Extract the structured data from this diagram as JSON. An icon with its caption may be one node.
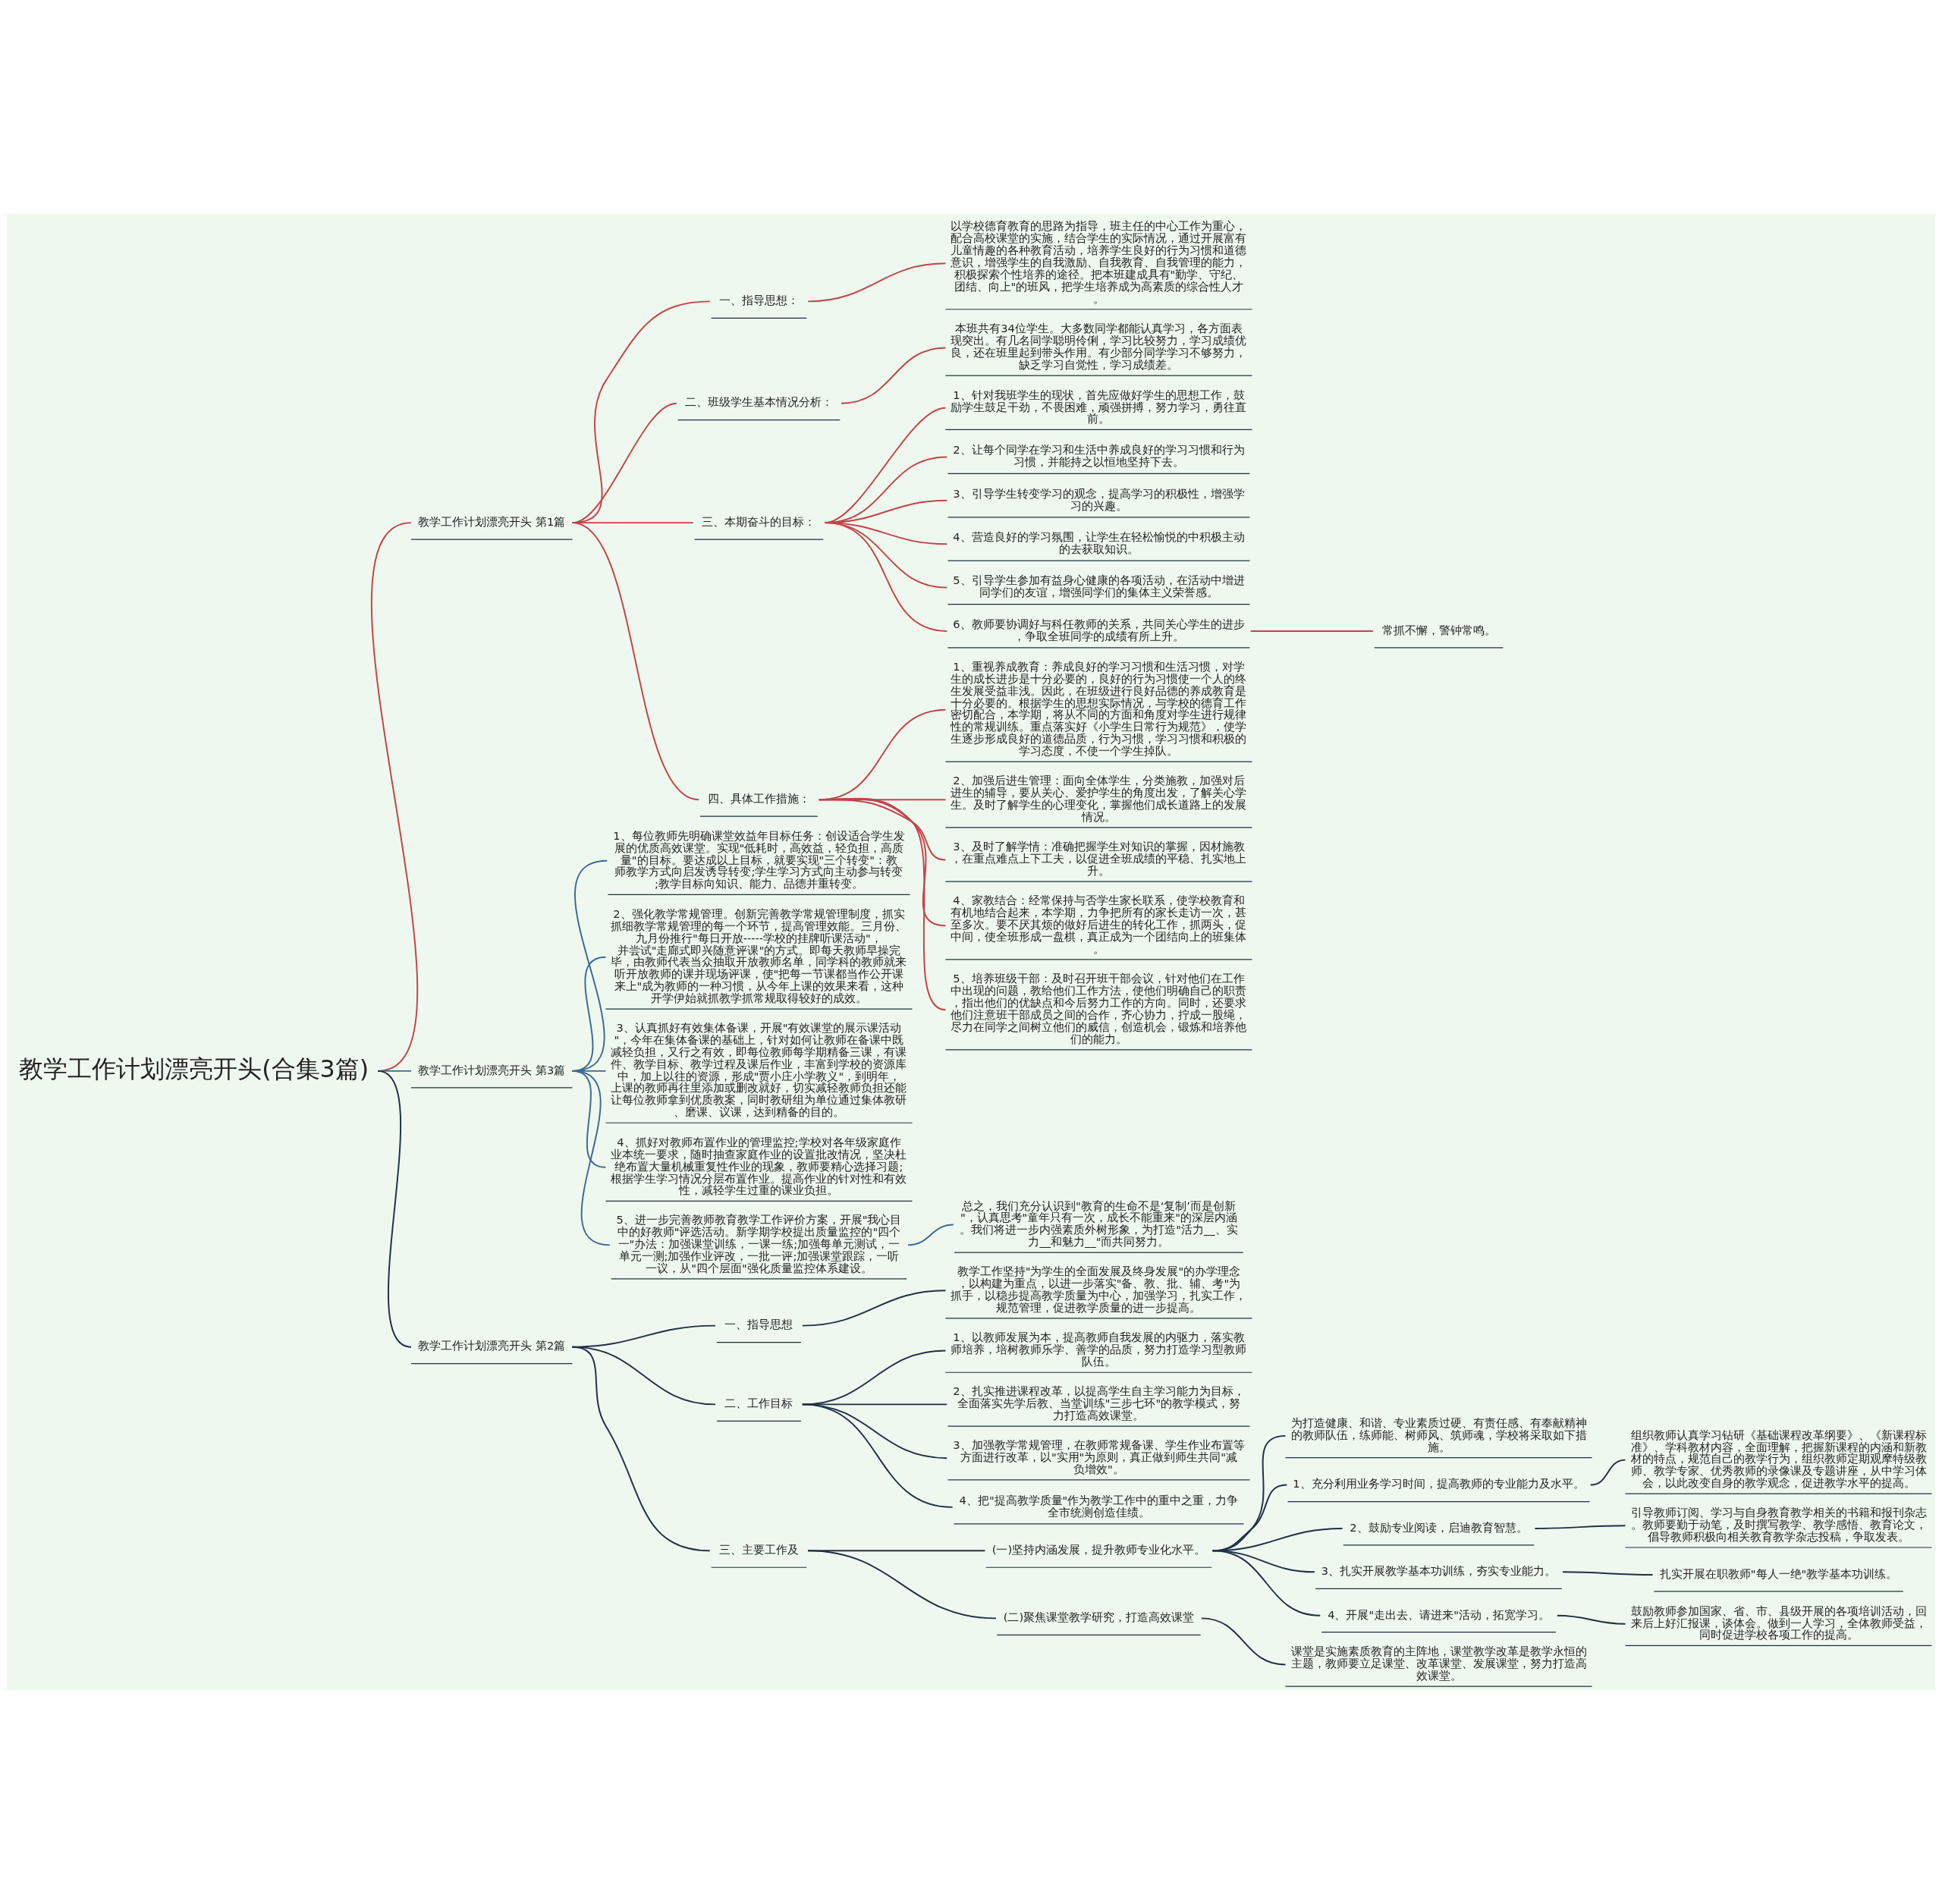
{
  "diagram": {
    "nodes": [
      {
        "text": [
          "教学工作计划漂亮开头(合集3篇)"
        ]
      },
      {
        "text": [
          "教学工作计划漂亮开头 第1篇"
        ]
      },
      {
        "text": [
          "一、指导思想："
        ]
      },
      {
        "text": [
          "以学校德育教育的思路为指导，班主任的中心工作为重心，配合高校课堂的实施，结合学生的实际情况，通过开展富有儿童情趣的各种教育活动，培养学生良好的行为习惯和道德意识，增强学生的自我激励、自我教育、自我管理的能力，积极探索个性培养的途径。把本班建成具有\"勤学、守纪、团结、向上\"的班风，把学生培养成为高素质的综合性人才。"
        ]
      },
      {
        "text": [
          "二、班级学生基本情况分析："
        ]
      },
      {
        "text": [
          "本班共有34位学生。大多数同学都能认真学习，各方面表现突出。有几名同学聪明伶俐，学习比较努力，学习成绩优良，还在班里起到带头作用。有少部分同学学习不够努力，缺乏学习自觉性，学习成绩差。"
        ]
      },
      {
        "text": [
          "三、本期奋斗的目标："
        ]
      },
      {
        "text": [
          "1、针对我班学生的现状，首先应做好学生的思想工作，鼓励学生鼓足干劲，不畏困难，顽强拼搏，努力学习，勇往直前。"
        ]
      },
      {
        "text": [
          "2、让每个同学在学习和生活中养成良好的学习习惯和行为习惯，并能持之以恒地坚持下去。"
        ]
      },
      {
        "text": [
          "3、引导学生转变学习的观念，提高学习的积极性，增强学习的兴趣。"
        ]
      },
      {
        "text": [
          "4、营造良好的学习氛围，让学生在轻松愉悦的中积极主动的去获取知识。"
        ]
      },
      {
        "text": [
          "5、引导学生参加有益身心健康的各项活动，在活动中增进同学们的友谊，增强同学们的集体主义荣誉感。"
        ]
      },
      {
        "text": [
          "6、教师要协调好与科任教师的关系，共同关心学生的进步，争取全班同学的成绩有所上升。"
        ]
      },
      {
        "text": [
          "常抓不懈，警钟常鸣。"
        ]
      },
      {
        "text": [
          "四、具体工作措施："
        ]
      },
      {
        "text": [
          "1、重视养成教育：养成良好的学习习惯和生活习惯，对学生的成长进步是十分必要的，良好的行为习惯使一个人的终生发展受益非浅。因此，在班级进行良好品德的养成教育是十分必要的。根据学生的思想实际情况，与学校的德育工作密切配合，本学期，将从不同的方面和角度对学生进行规律性的常规训练。重点落实好《小学生日常行为规范》，使学生逐步形成良好的道德品质，行为习惯，学习习惯和积极的学习态度，不使一个学生掉队。"
        ]
      },
      {
        "text": [
          "2、加强后进生管理：面向全体学生，分类施教，加强对后进生的辅导，要从关心、爱护学生的角度出发，了解关心学生。及时了解学生的心理变化，掌握他们成长道路上的发展情况。"
        ]
      },
      {
        "text": [
          "3、及时了解学情：准确把握学生对知识的掌握，因材施教，在重点难点上下工夫，以促进全班成绩的平稳、扎实地上升。"
        ]
      },
      {
        "text": [
          "4、家教结合：经常保持与否学生家长联系，使学校教育和有机地结合起来，本学期，力争把所有的家长走访一次，甚至多次。要不厌其烦的做好后进生的转化工作，抓两头，促中间，使全班形成一盘棋，真正成为一个团结向上的班集体。"
        ]
      },
      {
        "text": [
          "5、培养班级干部：及时召开班干部会议，针对他们在工作中出现的问题，教给他们工作方法，使他们明确自己的职责，指出他们的优缺点和今后努力工作的方向。同时，还要求他们注意班干部成员之间的合作，齐心协力，拧成一股绳，尽力在同学之间树立他们的威信，创造机会，锻炼和培养他们的能力。"
        ]
      },
      {
        "text": [
          "教学工作计划漂亮开头 第3篇"
        ]
      },
      {
        "text": [
          "1、每位教师先明确课堂效益年目标任务：创设适合学生发展的优质高效课堂。实现\"低耗时，高效益，轻负担，高质量\"的目标。要达成以上目标，就要实现\"三个转变\"：教师教学方式向启发诱导转变;学生学习方式向主动参与转变;教学目标向知识、能力、品德并重转变。"
        ]
      },
      {
        "text": [
          "2、强化教学常规管理。创新完善教学常规管理制度，抓实抓细教学常规管理的每一个环节，提高管理效能。三月份、九月份推行\"每日开放-----学校的挂牌听课活动\"，并尝试\"走廊式即兴随意评课\"的方式。即每天教师早操完毕，由教师代表当众抽取开放教师名单，同学科的教师就来听开放教师的课并现场评课，使\"把每一节课都当作公开课来上\"成为教师的一种习惯，从今年上课的效果来看，这种开学伊始就抓教学抓常规取得较好的成效。"
        ]
      },
      {
        "text": [
          "3、认真抓好有效集体备课，开展\"有效课堂的展示课活动\"，今年在集体备课的基础上，针对如何让教师在备课中既减轻负担，又行之有效，即每位教师每学期精备三课，有课件、教学目标、教学过程及课后作业，丰富到学校的资源库中，加上以往的资源，形成\"贾小庄小学教义\"，到明年，上课的教师再往里添加或删改就好，切实减轻教师负担还能让每位教师拿到优质教案，同时教研组为单位通过集体教研、磨课、议课，达到精备的目的。"
        ]
      },
      {
        "text": [
          "4、抓好对教师布置作业的管理监控;学校对各年级家庭作业本统一要求，随时抽查家庭作业的设置批改情况，坚决杜绝布置大量机械重复性作业的现象，教师要精心选择习题;根据学生学习情况分层布置作业。提高作业的针对性和有效性，减轻学生过重的课业负担。"
        ]
      },
      {
        "text": [
          "5、进一步完善教师教育教学工作评价方案，开展\"我心目中的好教师\"评选活动。新学期学校提出质量监控的\"四个一\"办法：加强课堂训练，一课一练;加强每单元测试，一单元一测;加强作业评改，一批一评;加强课堂跟踪，一听一议，从\"四个层面\"强化质量监控体系建设。"
        ]
      },
      {
        "text": [
          "总之，我们充分认识到\"教育的生命不是‘复制’而是创新\"，认真思考\"童年只有一次，成长不能重来\"的深层内涵。我们将进一步内强素质外树形象，为打造\"活力__、实力__和魅力__\"而共同努力。"
        ]
      },
      {
        "text": [
          "教学工作计划漂亮开头 第2篇"
        ]
      },
      {
        "text": [
          "一、指导思想"
        ]
      },
      {
        "text": [
          "教学工作坚持\"为学生的全面发展及终身发展\"的办学理念，以构建为重点，以进一步落实\"备、教、批、辅、考\"为抓手，以稳步提高教学质量为中心，加强学习，扎实工作，规范管理，促进教学质量的进一步提高。"
        ]
      },
      {
        "text": [
          "二、工作目标"
        ]
      },
      {
        "text": [
          "1、以教师发展为本，提高教师自我发展的内驱力，落实教师培养，培树教师乐学、善学的品质，努力打造学习型教师队伍。"
        ]
      },
      {
        "text": [
          "2、扎实推进课程改革，以提高学生自主学习能力为目标，全面落实先学后教、当堂训练\"三步七环\"的教学模式，努力打造高效课堂。"
        ]
      },
      {
        "text": [
          "3、加强教学常规管理，在教师常规备课、学生作业布置等方面进行改革，以\"实用\"为原则，真正做到师生共同\"减负增效\"。"
        ]
      },
      {
        "text": [
          "4、把\"提高教学质量\"作为教学工作中的重中之重，力争全市统测创造佳绩。"
        ]
      },
      {
        "text": [
          "三、主要工作及"
        ]
      },
      {
        "text": [
          "(一)坚持内涵发展，提升教师专业化水平。"
        ]
      },
      {
        "text": [
          "为打造健康、和谐、专业素质过硬、有责任感、有奉献精神的教师队伍，练师能、树师风、筑师魂，学校将采取如下措施。"
        ]
      },
      {
        "text": [
          "1、充分利用业务学习时间，提高教师的专业能力及水平。"
        ]
      },
      {
        "text": [
          "组织教师认真学习钻研《基础课程改革纲要》、《新课程标准》、学科教材内容，全面理解，把握新课程的内涵和新教材的特点，规范自己的教学行为，组织教师定期观摩特级教师、教学专家、优秀教师的录像课及专题讲座，从中学习体会，以此改变自身的教学观念，促进教学水平的提高。"
        ]
      },
      {
        "text": [
          "2、鼓励专业阅读，启迪教育智慧。"
        ]
      },
      {
        "text": [
          "引导教师订阅、学习与自身教育教学相关的书籍和报刊杂志。教师要勤于动笔，及时撰写教学、教学感悟、教育论文，倡导教师积极向相关教育教学杂志投稿，争取发表。"
        ]
      },
      {
        "text": [
          "3、扎实开展教学基本功训练，夯实专业能力。"
        ]
      },
      {
        "text": [
          "扎实开展在职教师\"每人一绝\"教学基本功训练。"
        ]
      },
      {
        "text": [
          "4、开展\"走出去、请进来\"活动，拓宽学习。"
        ]
      },
      {
        "text": [
          "鼓励教师参加国家、省、市、县级开展的各项培训活动，回来后上好汇报课，谈体会。做到一人学习，全体教师受益，同时促进学校各项工作的提高。"
        ]
      },
      {
        "text": [
          "(二)聚焦课堂教学研究，打造高效课堂"
        ]
      },
      {
        "text": [
          "课堂是实施素质教育的主阵地，课堂教学改革是教学永恒的主题，教师要立足课堂、改革课堂、发展课堂，努力打造高效课堂。"
        ]
      }
    ],
    "edges": [
      {
        "from": 0,
        "to": 1,
        "arrow": "none",
        "color": "#c4424a"
      },
      {
        "from": 1,
        "to": 2,
        "arrow": "none",
        "color": "#c4424a"
      },
      {
        "from": 2,
        "to": 3,
        "arrow": "none",
        "color": "#c4424a"
      },
      {
        "from": 1,
        "to": 4,
        "arrow": "none",
        "color": "#c4424a"
      },
      {
        "from": 4,
        "to": 5,
        "arrow": "none",
        "color": "#c4424a"
      },
      {
        "from": 1,
        "to": 6,
        "arrow": "none",
        "color": "#c4424a"
      },
      {
        "from": 6,
        "to": 7,
        "arrow": "none",
        "color": "#c4424a"
      },
      {
        "from": 6,
        "to": 8,
        "arrow": "none",
        "color": "#c4424a"
      },
      {
        "from": 6,
        "to": 9,
        "arrow": "none",
        "color": "#c4424a"
      },
      {
        "from": 6,
        "to": 10,
        "arrow": "none",
        "color": "#c4424a"
      },
      {
        "from": 6,
        "to": 11,
        "arrow": "none",
        "color": "#c4424a"
      },
      {
        "from": 6,
        "to": 12,
        "arrow": "none",
        "color": "#c4424a"
      },
      {
        "from": 12,
        "to": 13,
        "arrow": "none",
        "color": "#c4424a"
      },
      {
        "from": 1,
        "to": 14,
        "arrow": "none",
        "color": "#c4424a"
      },
      {
        "from": 14,
        "to": 15,
        "arrow": "none",
        "color": "#c4424a"
      },
      {
        "from": 14,
        "to": 16,
        "arrow": "none",
        "color": "#c4424a"
      },
      {
        "from": 14,
        "to": 17,
        "arrow": "none",
        "color": "#c4424a"
      },
      {
        "from": 14,
        "to": 18,
        "arrow": "none",
        "color": "#c4424a"
      },
      {
        "from": 14,
        "to": 19,
        "arrow": "none",
        "color": "#c4424a"
      },
      {
        "from": 0,
        "to": 20,
        "arrow": "none",
        "color": "#3a6a96"
      },
      {
        "from": 20,
        "to": 21,
        "arrow": "none",
        "color": "#3a6a96"
      },
      {
        "from": 20,
        "to": 22,
        "arrow": "none",
        "color": "#3a6a96"
      },
      {
        "from": 20,
        "to": 23,
        "arrow": "none",
        "color": "#3a6a96"
      },
      {
        "from": 20,
        "to": 24,
        "arrow": "none",
        "color": "#3a6a96"
      },
      {
        "from": 20,
        "to": 25,
        "arrow": "none",
        "color": "#3a6a96"
      },
      {
        "from": 25,
        "to": 26,
        "arrow": "none",
        "color": "#3a6a96"
      },
      {
        "from": 0,
        "to": 27,
        "arrow": "none"
      },
      {
        "from": 27,
        "to": 28,
        "arrow": "none"
      },
      {
        "from": 28,
        "to": 29,
        "arrow": "none"
      },
      {
        "from": 27,
        "to": 30,
        "arrow": "none"
      },
      {
        "from": 30,
        "to": 31,
        "arrow": "none"
      },
      {
        "from": 30,
        "to": 32,
        "arrow": "none"
      },
      {
        "from": 30,
        "to": 33,
        "arrow": "none"
      },
      {
        "from": 30,
        "to": 34,
        "arrow": "none"
      },
      {
        "from": 27,
        "to": 35,
        "arrow": "none"
      },
      {
        "from": 35,
        "to": 36,
        "arrow": "none"
      },
      {
        "from": 36,
        "to": 37,
        "arrow": "none"
      },
      {
        "from": 36,
        "to": 38,
        "arrow": "none"
      },
      {
        "from": 38,
        "to": 39,
        "arrow": "none"
      },
      {
        "from": 36,
        "to": 40,
        "arrow": "none"
      },
      {
        "from": 40,
        "to": 41,
        "arrow": "none"
      },
      {
        "from": 36,
        "to": 42,
        "arrow": "none"
      },
      {
        "from": 42,
        "to": 43,
        "arrow": "none"
      },
      {
        "from": 36,
        "to": 44,
        "arrow": "none"
      },
      {
        "from": 44,
        "to": 45,
        "arrow": "none"
      },
      {
        "from": 35,
        "to": 46,
        "arrow": "none"
      },
      {
        "from": 46,
        "to": 47,
        "arrow": "none"
      }
    ]
  }
}
